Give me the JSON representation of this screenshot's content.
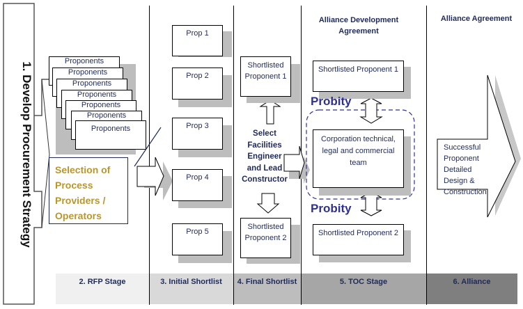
{
  "strategy": {
    "label": "1. Develop Procurement Strategy"
  },
  "rfp": {
    "proponent_labels": [
      "Proponents",
      "Proponents",
      "Proponents",
      "Proponents",
      "Proponents",
      "Proponents",
      "Proponents"
    ],
    "selection_label": "Selection of Process Providers / Operators",
    "selection_color": "#b8962e"
  },
  "initial_shortlist": {
    "props": [
      "Prop 1",
      "Prop 2",
      "Prop 3",
      "Prop 4",
      "Prop 5"
    ]
  },
  "final_shortlist": {
    "top": "Shortlisted Proponent 1",
    "bottom": "Shortlisted Proponent 2",
    "select_label": "Select Facilities Engineer and Lead Constructor"
  },
  "toc": {
    "header": "Alliance Development Agreement",
    "top": "Shortlisted Proponent 1",
    "center": "Corporation technical, legal and commercial team",
    "bottom": "Shortlisted Proponent 2",
    "probity_top": "Probity",
    "probity_bottom": "Probity"
  },
  "alliance": {
    "header": "Alliance Agreement",
    "arrow_label": "Successful Proponent Detailed Design & Construction"
  },
  "stages": [
    {
      "label": "2. RFP Stage",
      "color": "#f0f0f0"
    },
    {
      "label": "3. Initial Shortlist",
      "color": "#d9d9d9"
    },
    {
      "label": "4. Final Shortlist",
      "color": "#bdbdbd"
    },
    {
      "label": "5. TOC Stage",
      "color": "#a6a6a6"
    },
    {
      "label": "6. Alliance",
      "color": "#7f7f7f"
    }
  ]
}
